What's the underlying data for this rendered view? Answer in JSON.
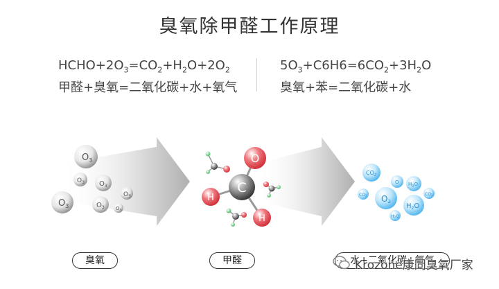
{
  "title": "臭氧除甲醛工作原理",
  "formulas": {
    "left_eq": [
      "HCHO+2O",
      "3",
      "=CO",
      "2",
      "+H",
      "2",
      "O+2O",
      "2"
    ],
    "left_words": "甲醛+臭氧=二氧化碳+水+氧气",
    "right_eq": [
      "5O",
      "3",
      "+C6H6=6CO",
      "2",
      "+3H",
      "2",
      "O"
    ],
    "right_words": "臭氧+苯=二氧化碳+水"
  },
  "molecules": {
    "ozone": "O",
    "ozone_sub": "3",
    "co2": "CO",
    "co2_sub": "2",
    "o2": "O",
    "o2_sub": "2",
    "h2o_h": "H",
    "h2o_sub": "2",
    "h2o_o": "O"
  },
  "atoms": {
    "carbon": "C",
    "oxygen": "O",
    "hydrogen": "H"
  },
  "labels": {
    "ozone": "臭氧",
    "formaldehyde": "甲醛",
    "products": "水+二氧化碳+氧气"
  },
  "watermark": "Krozone康同臭氧厂家",
  "colors": {
    "gray": "#8e8e8e",
    "red": "#e2414a",
    "blue": "#38a9e8",
    "arrow": "#b3b3b3"
  }
}
